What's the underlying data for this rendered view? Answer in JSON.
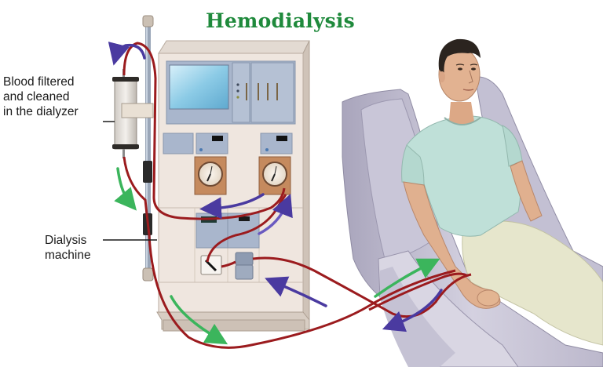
{
  "title": "Hemodialysis",
  "labels": {
    "dialyzer": {
      "lines": [
        "Blood filtered",
        "and cleaned",
        "in the dialyzer"
      ]
    },
    "machine": {
      "lines": [
        "Dialysis",
        "machine"
      ]
    }
  },
  "colors": {
    "title": "#1f8a3c",
    "blood_tube": "#9b1b1e",
    "arrow_clean": "#3bb55c",
    "arrow_dirty": "#4a3aa0",
    "machine_body": "#efe6df",
    "machine_panel": "#a9b6cc",
    "screen": "#8fcbe6",
    "gauge": "#c58a5e",
    "chair": "#b9b6c8",
    "shirt": "#bfe0d8",
    "pants": "#e6e6cc",
    "skin": "#e0b08f",
    "hair": "#2b241f"
  },
  "components": [
    "dialyzer",
    "IV pole",
    "dialysis machine",
    "display screen",
    "pressure gauges",
    "blood pump",
    "recliner chair",
    "patient",
    "arterial line",
    "venous line"
  ]
}
